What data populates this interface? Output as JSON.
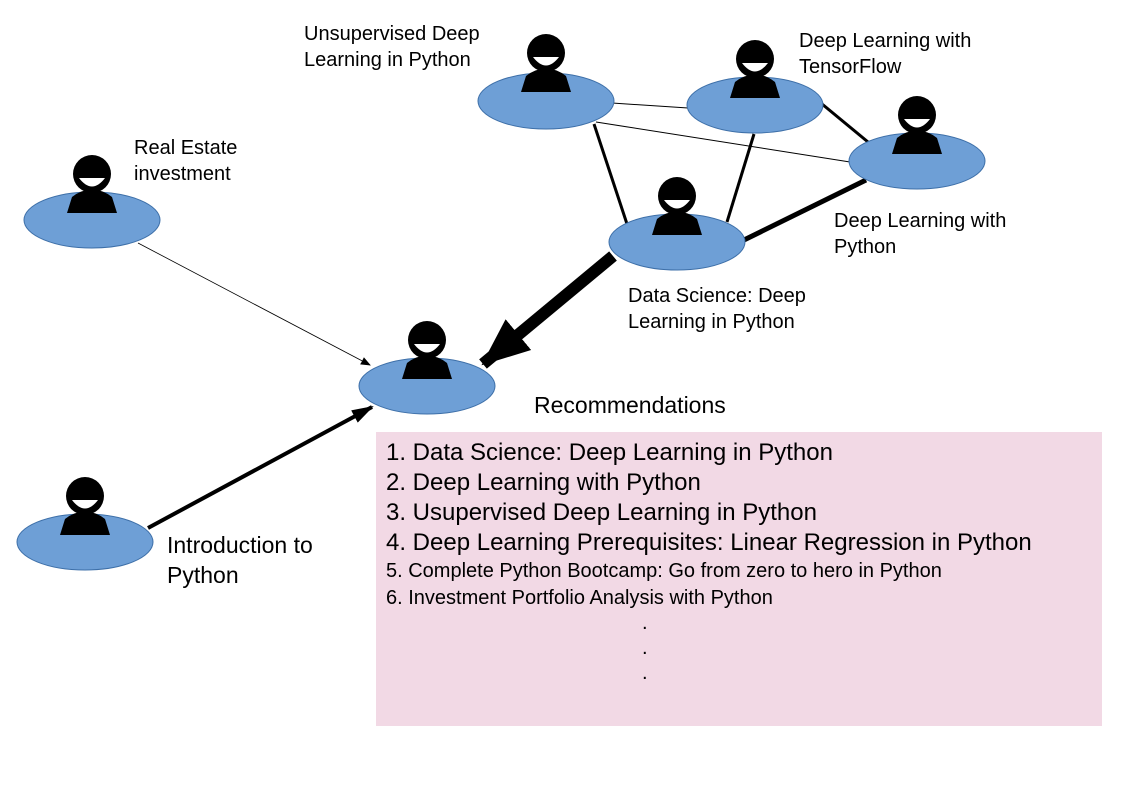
{
  "nodes": [
    {
      "key": "unsupervised",
      "label": "Unsupervised Deep\nLearning in Python"
    },
    {
      "key": "tensorflow",
      "label": "Deep Learning with\nTensorFlow"
    },
    {
      "key": "dl_python",
      "label": "Deep Learning with\nPython"
    },
    {
      "key": "ds_dl",
      "label": "Data Science: Deep\nLearning in Python"
    },
    {
      "key": "real_estate",
      "label": "Real Estate\ninvestment"
    },
    {
      "key": "intro_python",
      "label": "Introduction to\nPython"
    },
    {
      "key": "target",
      "label": ""
    }
  ],
  "recommendations": {
    "title": "Recommendations",
    "items": [
      "1. Data Science: Deep Learning in Python",
      "2. Deep Learning with Python",
      "3. Usupervised Deep Learning in Python",
      "4. Deep Learning Prerequisites: Linear Regression in Python",
      "5. Complete Python Bootcamp: Go from zero to hero in Python",
      "6. Investment Portfolio Analysis with Python"
    ],
    "ellipsis": [
      ".",
      ".",
      "."
    ]
  },
  "colors": {
    "node_fill": "#6e9fd6",
    "node_stroke": "#3d6fa8",
    "recommendation_box": "#f2d9e5",
    "edge": "#000000"
  },
  "icons": {
    "node_icon": "person-icon"
  }
}
